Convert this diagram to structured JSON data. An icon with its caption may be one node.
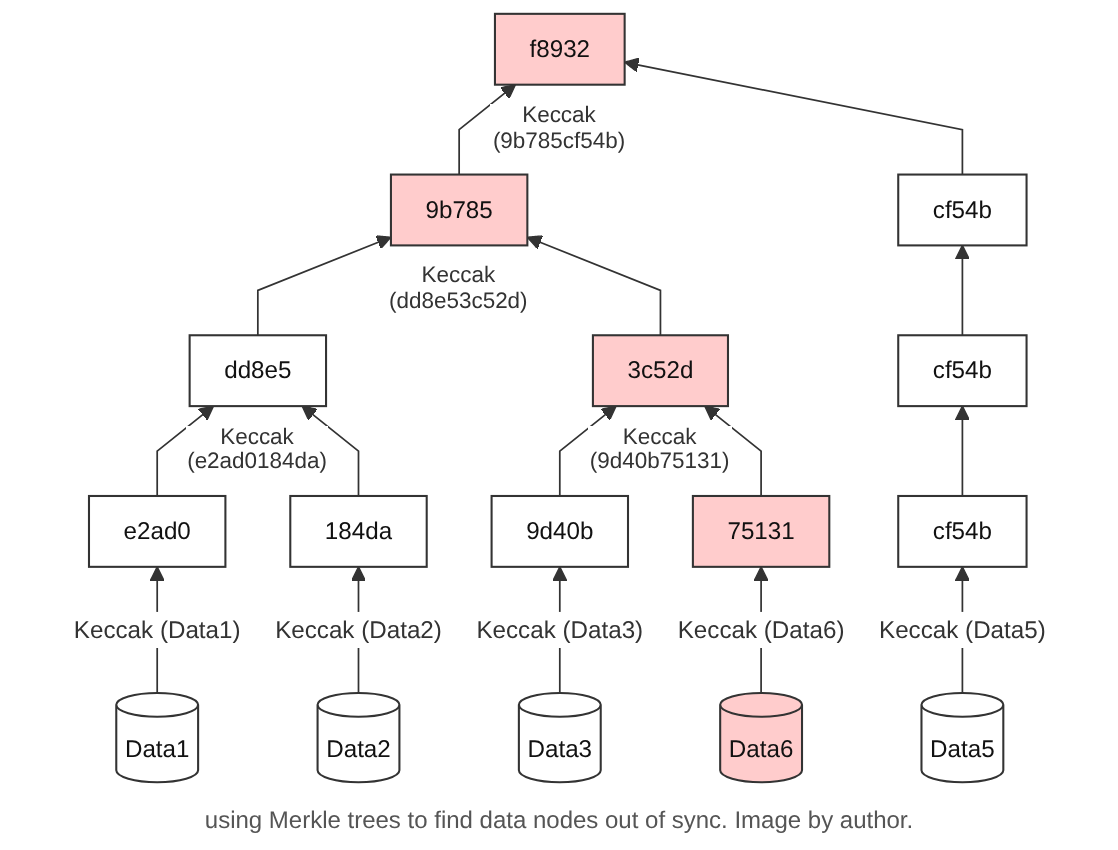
{
  "diagram": {
    "caption": "using Merkle trees to find data nodes out of sync. Image by author.",
    "nodes": [
      {
        "text": [
          "f8932"
        ],
        "beside": [
          "Keccak (9b785cf54b)"
        ]
      },
      {
        "text": [
          "9b785"
        ],
        "beside": [
          "Keccak (dd8e53c52d)"
        ]
      },
      {
        "text": [
          "cf54b"
        ]
      },
      {
        "text": [
          "dd8e5"
        ],
        "beside": [
          "Keccak (e2ad0184da)"
        ]
      },
      {
        "text": [
          "3c52d"
        ],
        "beside": [
          "Keccak (9d40b75131)"
        ]
      },
      {
        "text": [
          "cf54b"
        ]
      },
      {
        "text": [
          "e2ad0"
        ]
      },
      {
        "text": [
          "184da"
        ]
      },
      {
        "text": [
          "9d40b"
        ]
      },
      {
        "text": [
          "75131"
        ]
      },
      {
        "text": [
          "cf54b"
        ]
      },
      {
        "text": [
          "Data1"
        ]
      },
      {
        "text": [
          "Data2"
        ]
      },
      {
        "text": [
          "Data3"
        ]
      },
      {
        "text": [
          "Data6"
        ]
      },
      {
        "text": [
          "Data5"
        ]
      }
    ],
    "edges": [
      {
        "from": 1,
        "to": 0,
        "arrow": "to"
      },
      {
        "from": 2,
        "to": 0,
        "arrow": "to"
      },
      {
        "from": 3,
        "to": 1,
        "arrow": "to"
      },
      {
        "from": 4,
        "to": 1,
        "arrow": "to"
      },
      {
        "from": 5,
        "to": 2,
        "arrow": "to"
      },
      {
        "from": 6,
        "to": 3,
        "arrow": "to"
      },
      {
        "from": 7,
        "to": 3,
        "arrow": "to"
      },
      {
        "from": 8,
        "to": 4,
        "arrow": "to"
      },
      {
        "from": 9,
        "to": 4,
        "arrow": "to"
      },
      {
        "from": 10,
        "to": 5,
        "arrow": "to"
      },
      {
        "from": 11,
        "to": 6,
        "arrow": "to",
        "label": "Keccak (Data1)"
      },
      {
        "from": 12,
        "to": 7,
        "arrow": "to",
        "label": "Keccak (Data2)"
      },
      {
        "from": 13,
        "to": 8,
        "arrow": "to",
        "label": "Keccak (Data3)"
      },
      {
        "from": 14,
        "to": 9,
        "arrow": "to",
        "label": "Keccak (Data6)"
      },
      {
        "from": 15,
        "to": 10,
        "arrow": "to",
        "label": "Keccak (Data5)"
      }
    ]
  }
}
